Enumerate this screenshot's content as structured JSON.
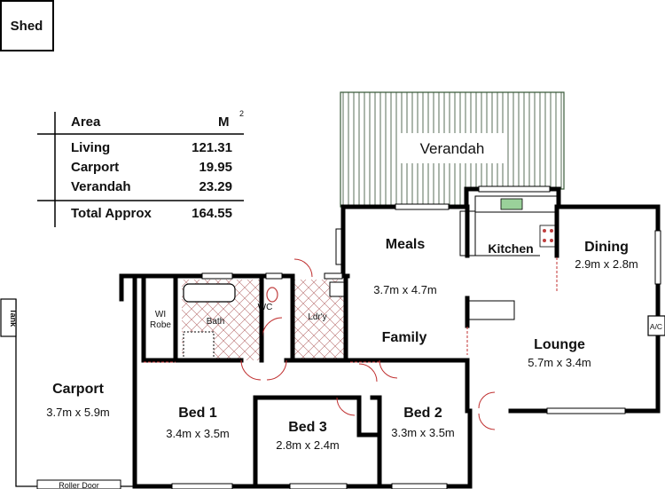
{
  "plan": {
    "shed_label": "Shed",
    "tank_label": "Tank",
    "ac_label": "A/C",
    "roller_door_label": "Roller Door"
  },
  "area_table": {
    "header_area": "Area",
    "header_unit": "M",
    "header_unit_sup": "2",
    "rows": [
      {
        "label": "Living",
        "value": "121.31"
      },
      {
        "label": "Carport",
        "value": "19.95"
      },
      {
        "label": "Verandah",
        "value": "23.29"
      }
    ],
    "total": {
      "label": "Total Approx",
      "value": "164.55"
    }
  },
  "rooms": {
    "verandah": {
      "name": "Verandah"
    },
    "meals": {
      "name": "Meals",
      "size": "3.7m x 4.7m"
    },
    "kitchen": {
      "name": "Kitchen"
    },
    "dining": {
      "name": "Dining",
      "size": "2.9m x 2.8m"
    },
    "family": {
      "name": "Family"
    },
    "lounge": {
      "name": "Lounge",
      "size": "5.7m x 3.4m"
    },
    "wi_robe": {
      "name_line1": "WI",
      "name_line2": "Robe"
    },
    "bath": {
      "name": "Bath"
    },
    "wc": {
      "name": "WC"
    },
    "laundry": {
      "name": "Ldr'y"
    },
    "carport": {
      "name": "Carport",
      "size": "3.7m x 5.9m"
    },
    "bed1": {
      "name": "Bed 1",
      "size": "3.4m x 3.5m"
    },
    "bed3": {
      "name": "Bed 3",
      "size": "2.8m x 2.4m"
    },
    "bed2": {
      "name": "Bed 2",
      "size": "3.3m x 3.5m"
    }
  }
}
